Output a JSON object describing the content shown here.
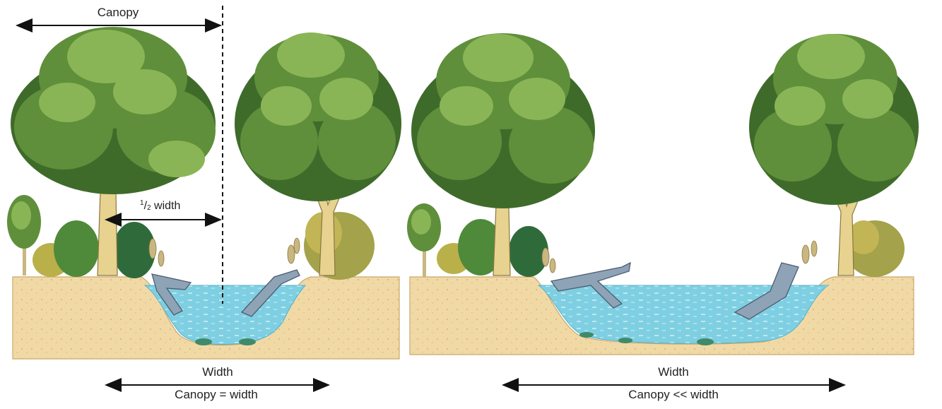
{
  "labels": {
    "canopy": "Canopy",
    "half_width_numerator": "1",
    "half_width_denominator": "2",
    "half_width_suffix": " width",
    "left_width": "Width",
    "left_caption": "Canopy = width",
    "right_width": "Width",
    "right_caption": "Canopy << width"
  },
  "colors": {
    "water": "#7fcfe2",
    "water_dark": "#4fb3cf",
    "bank": "#f1d9a6",
    "bank_edge": "#caa86a",
    "foliage_dark": "#3f6b2a",
    "foliage_mid": "#5f8f3a",
    "foliage_light": "#8ab556",
    "trunk": "#e7d28f",
    "shrub": "#8a9a3a",
    "log": "#8fa3b6",
    "arrow": "#111111"
  },
  "scenes": [
    {
      "name": "narrow-stream",
      "relation": "Canopy = width"
    },
    {
      "name": "wide-stream",
      "relation": "Canopy << width"
    }
  ]
}
